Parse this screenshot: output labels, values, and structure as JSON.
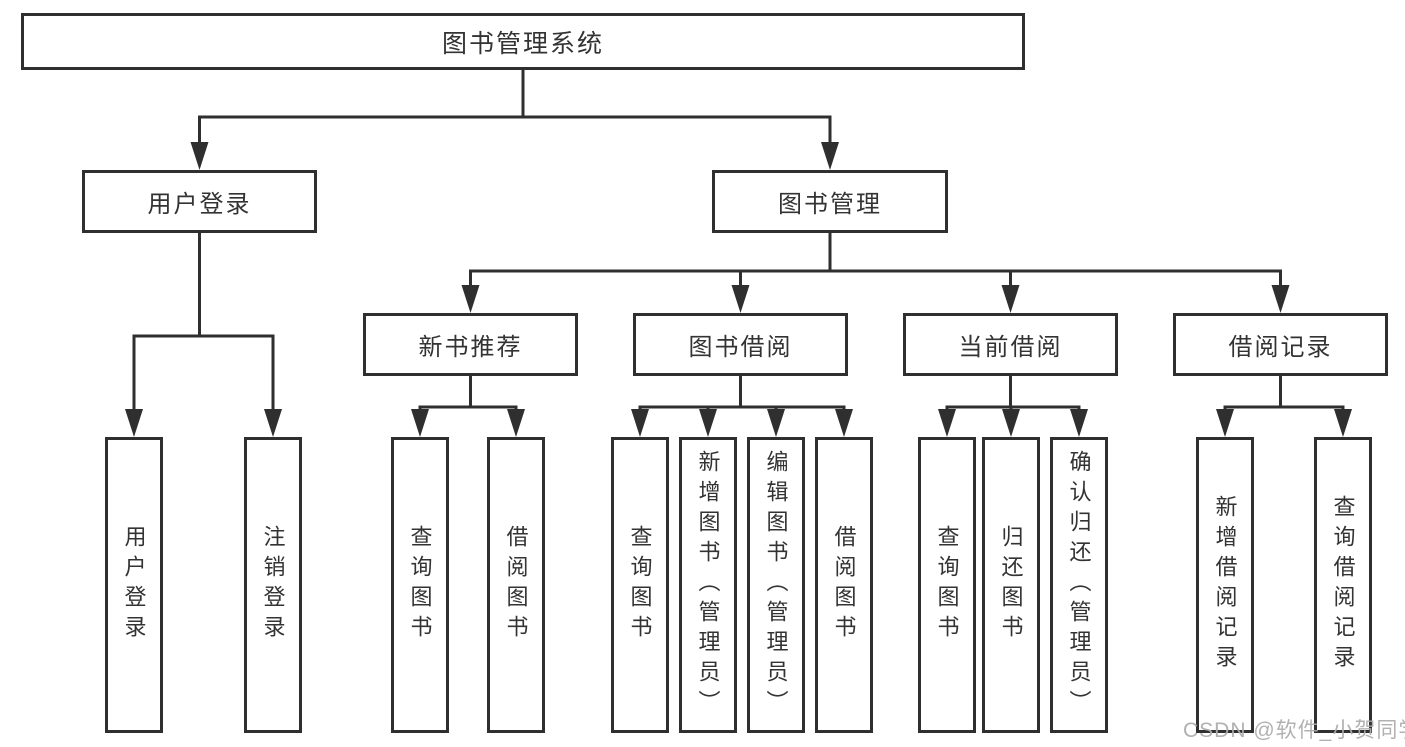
{
  "colors": {
    "line": "#2f2f2f",
    "box_border": "#2f2f2f",
    "text": "#333333",
    "watermark": "#adadad",
    "background": "#ffffff"
  },
  "watermark": {
    "text": "CSDN @软件_小贺同学"
  },
  "tree": {
    "root": {
      "label": "图书管理系统",
      "children": [
        {
          "label": "用户登录",
          "children": [
            {
              "label": "用户登录"
            },
            {
              "label": "注销登录"
            }
          ]
        },
        {
          "label": "图书管理",
          "children": [
            {
              "label": "新书推荐",
              "children": [
                {
                  "label": "查询图书"
                },
                {
                  "label": "借阅图书"
                }
              ]
            },
            {
              "label": "图书借阅",
              "children": [
                {
                  "label": "查询图书"
                },
                {
                  "label": "新增图书（管理员）"
                },
                {
                  "label": "编辑图书（管理员）"
                },
                {
                  "label": "借阅图书"
                }
              ]
            },
            {
              "label": "当前借阅",
              "children": [
                {
                  "label": "查询图书"
                },
                {
                  "label": "归还图书"
                },
                {
                  "label": "确认归还（管理员）"
                }
              ]
            },
            {
              "label": "借阅记录",
              "children": [
                {
                  "label": "新增借阅记录"
                },
                {
                  "label": "查询借阅记录"
                }
              ]
            }
          ]
        }
      ]
    }
  }
}
